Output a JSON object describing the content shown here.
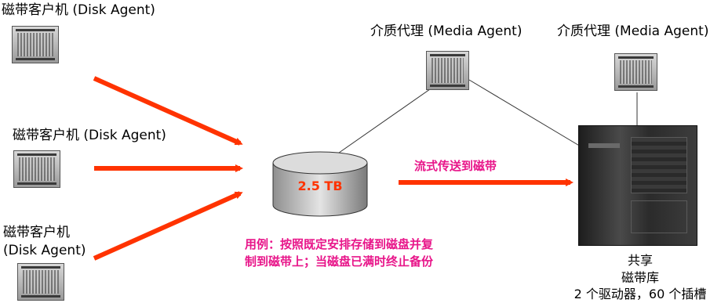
{
  "clients": [
    {
      "label_line1": "磁带客户机 (Disk Agent)",
      "label_line2": ""
    },
    {
      "label_line1": "磁带客户机 (Disk Agent)",
      "label_line2": ""
    },
    {
      "label_line1": "磁带客户机",
      "label_line2": "(Disk Agent)"
    }
  ],
  "media_agents": [
    {
      "label": "介质代理 (Media Agent)"
    },
    {
      "label": "介质代理 (Media Agent)"
    }
  ],
  "disk": {
    "capacity": "2.5 TB"
  },
  "stream_label": "流式传送到磁带",
  "use_case": {
    "line1": "用例：按照既定安排存储到磁盘并复",
    "line2": "制到磁带上；当磁盘已满时终止备份"
  },
  "library": {
    "line1": "共享",
    "line2": "磁带库",
    "line3": "2 个驱动器，60 个插槽"
  },
  "colors": {
    "arrow": "#ff3300",
    "caption": "#e8168a",
    "disk_text": "#ff3300"
  }
}
